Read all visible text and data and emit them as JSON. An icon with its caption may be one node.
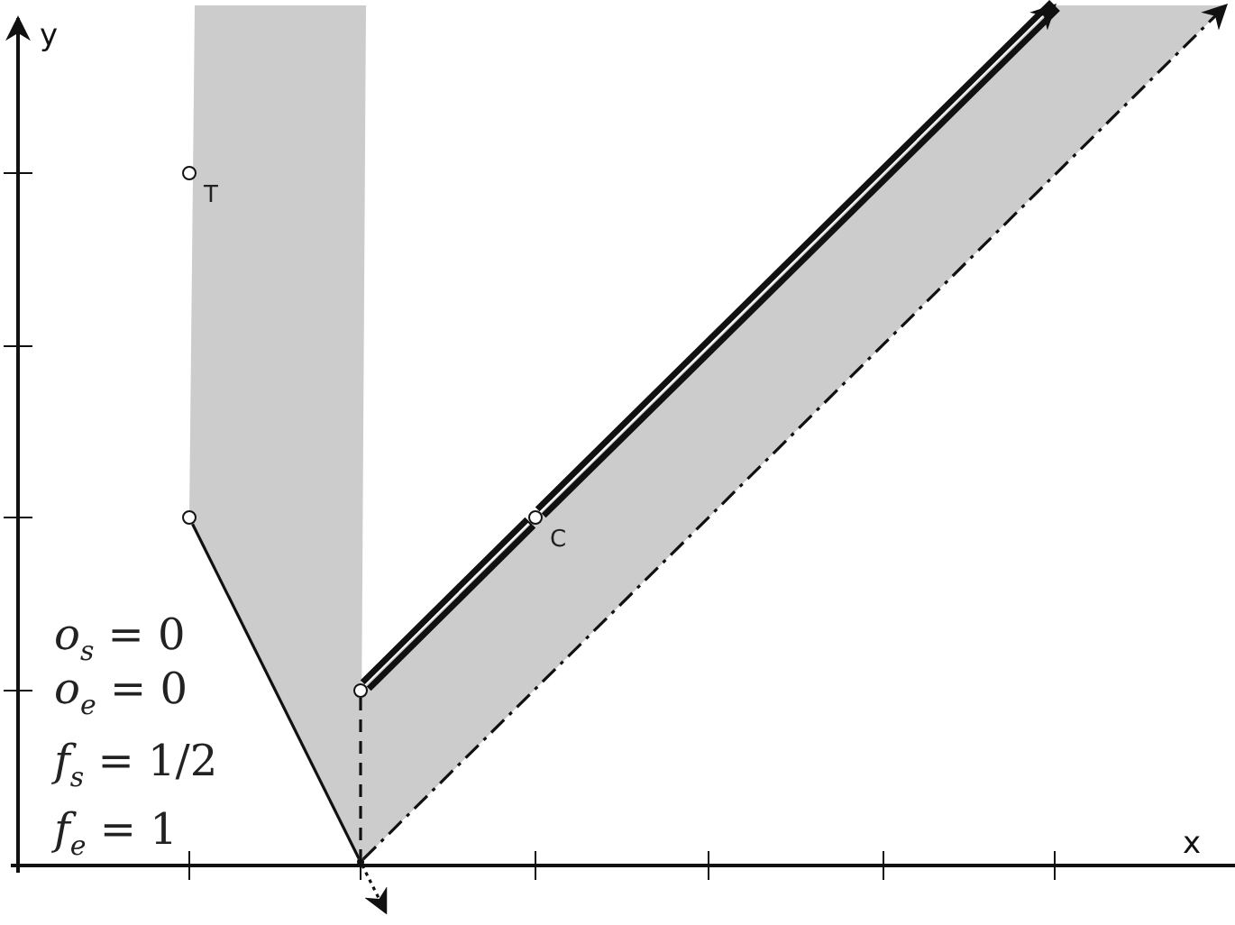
{
  "diagram": {
    "nodes": [
      {
        "text": [],
        "shape": "circle",
        "beside": [
          "T"
        ]
      },
      {
        "text": [],
        "shape": "circle"
      },
      {
        "text": [],
        "shape": "circle",
        "beside": [
          "C"
        ]
      },
      {
        "text": [],
        "shape": "circle"
      },
      {
        "text": [],
        "shape": "point"
      }
    ],
    "edges": [
      {
        "from": 1,
        "to": 4,
        "arrow": "none"
      },
      {
        "from": 3,
        "to": 4,
        "arrow": "none",
        "style": "dashed"
      },
      {
        "from": 3,
        "to": 2,
        "arrow": "none",
        "style": "thick"
      },
      {
        "from": 2,
        "to": null,
        "arrow": "to",
        "style": "thick"
      },
      {
        "from": 4,
        "to": null,
        "arrow": "to",
        "style": "dashed"
      },
      {
        "from": 4,
        "to": null,
        "arrow": "to",
        "style": "dashed"
      }
    ],
    "labels": [
      "y",
      "x",
      "*o*$_{s}$ = 0",
      "*o*$_{e}$ = 0",
      "*f*$_{s}$ = 1/2",
      "*f*$_{e}$ = 1"
    ]
  }
}
